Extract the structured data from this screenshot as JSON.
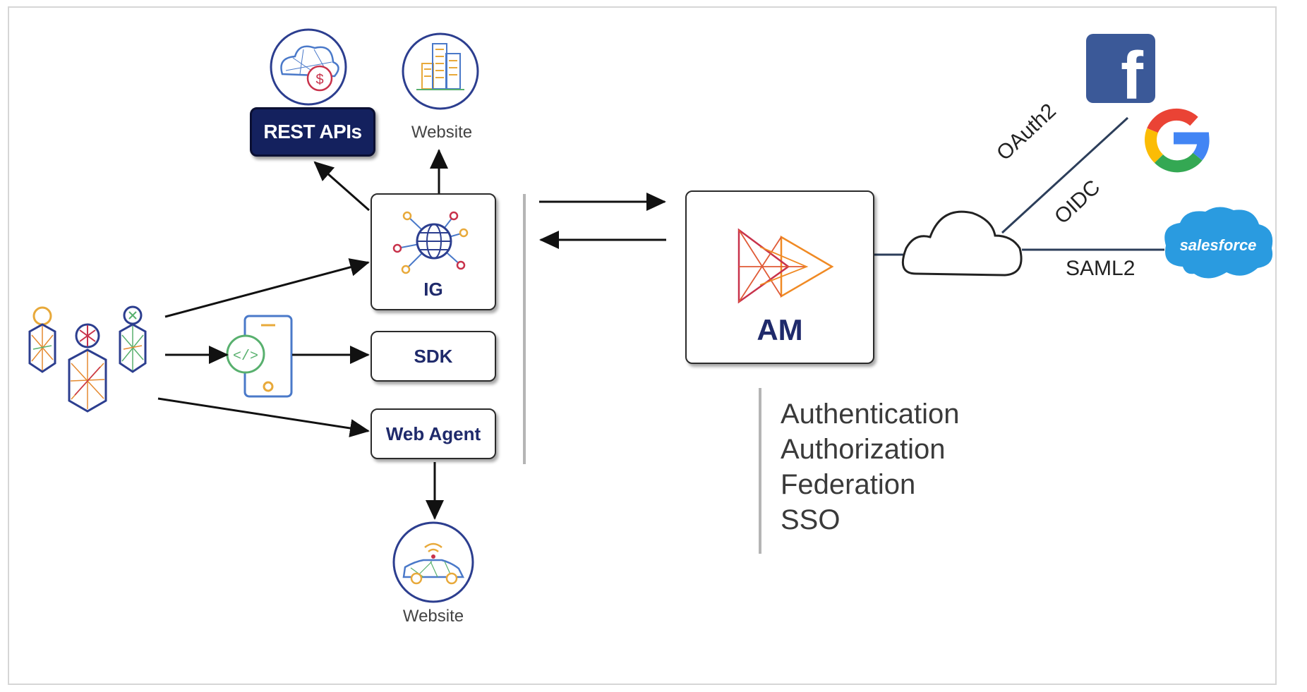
{
  "nodes": {
    "rest_apis": "REST APIs",
    "website_top": "Website",
    "website_bottom": "Website",
    "ig": "IG",
    "sdk": "SDK",
    "web_agent": "Web Agent",
    "am": "AM"
  },
  "protocols": {
    "oauth2": "OAuth2",
    "oidc": "OIDC",
    "saml2": "SAML2"
  },
  "providers": {
    "facebook_letter": "f",
    "salesforce": "salesforce"
  },
  "am_features": [
    "Authentication",
    "Authorization",
    "Federation",
    "SSO"
  ],
  "colors": {
    "navy": "#14215e",
    "ring_blue": "#2c3e8f",
    "facebook": "#3b5998",
    "salesforce": "#2a9be0",
    "am_logo_orange": "#f08a24",
    "am_logo_red": "#c8324b"
  },
  "icons": [
    "users-icon",
    "mobile-code-icon",
    "cloud-money-icon",
    "city-buildings-icon",
    "car-iot-icon",
    "globe-network-icon",
    "am-logo-icon",
    "cloud-icon",
    "facebook-icon",
    "google-icon",
    "salesforce-icon"
  ]
}
